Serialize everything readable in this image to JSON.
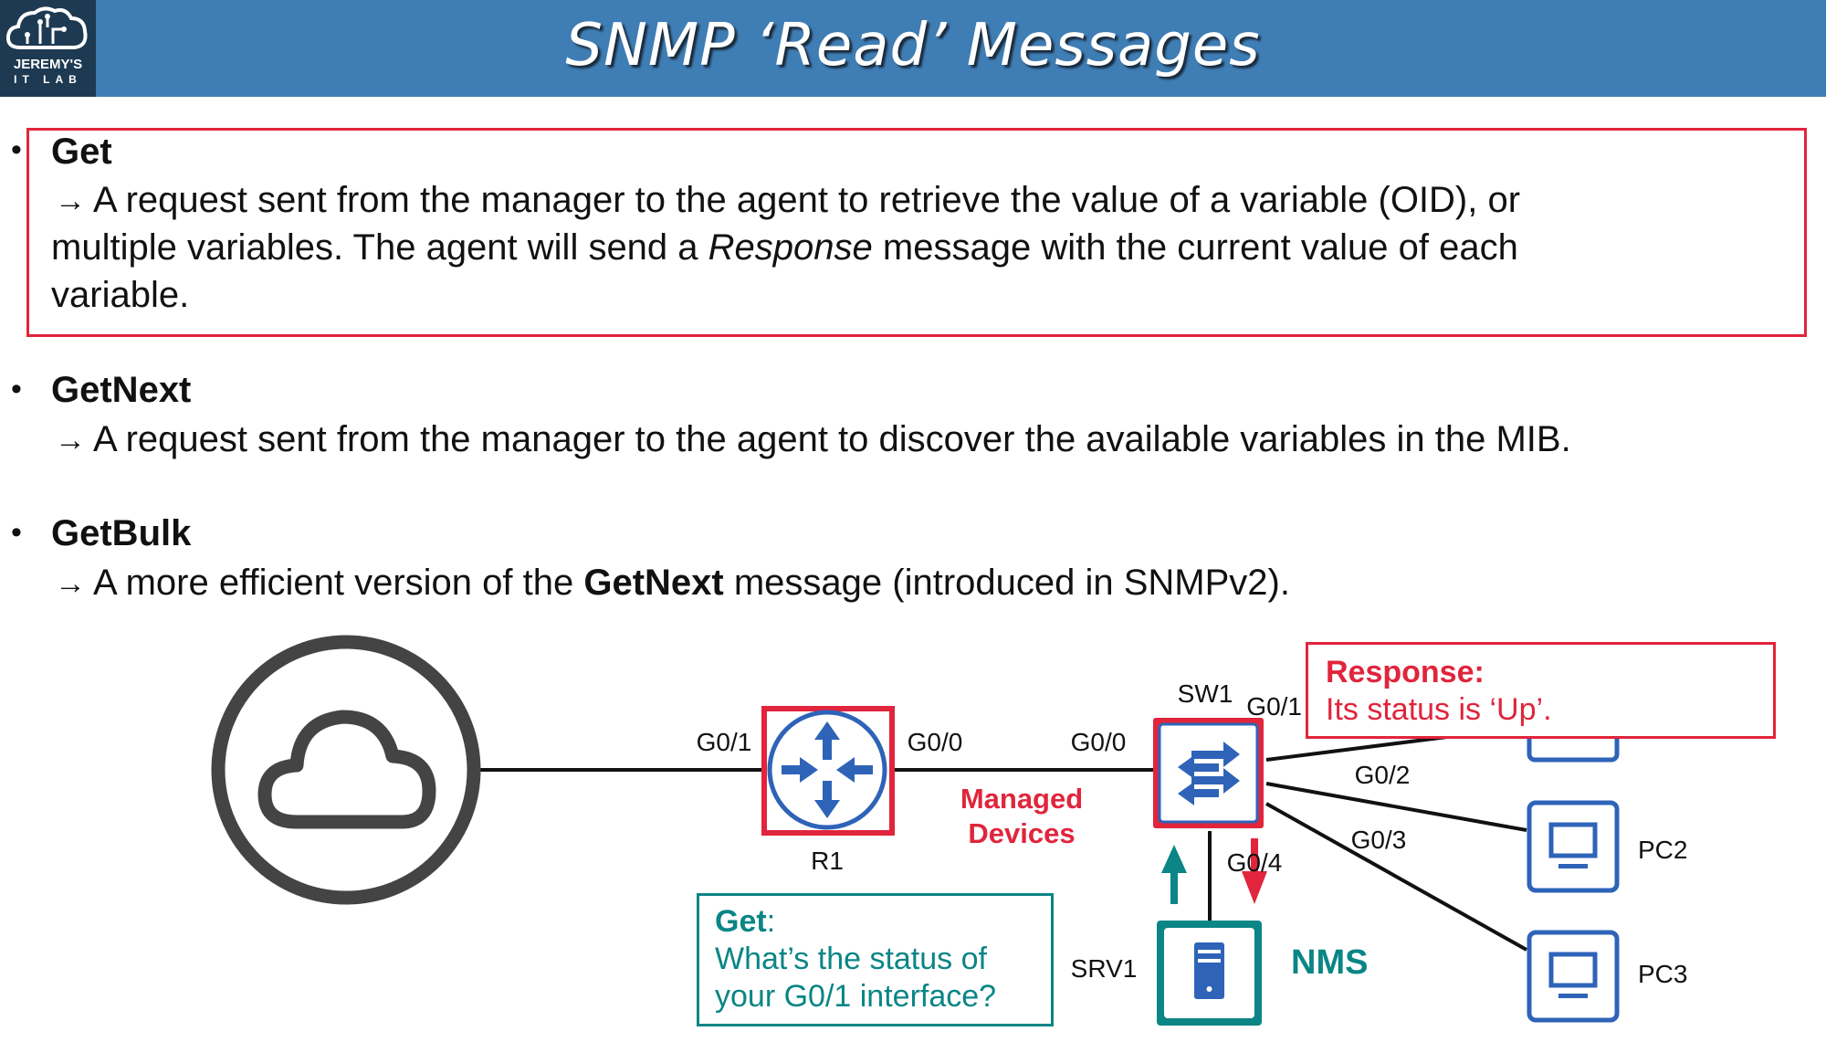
{
  "header": {
    "title": "SNMP ‘Read’ Messages",
    "logo_line1": "JEREMY'S",
    "logo_line2": "IT LAB"
  },
  "items": [
    {
      "heading": "Get",
      "arrow": "→",
      "lines": [
        "A request sent from the manager to the agent to retrieve the value of a variable (OID), or",
        "multiple variables.  The agent will send a ",
        "variable."
      ],
      "line2_italic": "Response",
      "line2_tail": " message with the current value of each"
    },
    {
      "heading": "GetNext",
      "arrow": "→",
      "lines": [
        "A request sent from the manager to the agent to discover the available variables in the MIB."
      ]
    },
    {
      "heading": "GetBulk",
      "arrow": "→",
      "line_pre": "A more efficient version of the ",
      "line_bold": "GetNext",
      "line_post": " message (introduced in SNMPv2)."
    }
  ],
  "diagram": {
    "r1_label": "R1",
    "sw1_label": "SW1",
    "srv1_label": "SRV1",
    "nms_label": "NMS",
    "pc2_label": "PC2",
    "pc3_label": "PC3",
    "r1_g01": "G0/1",
    "r1_g00": "G0/0",
    "sw1_g00": "G0/0",
    "sw1_g01": "G0/1",
    "sw1_g02": "G0/2",
    "sw1_g03": "G0/3",
    "sw1_g04": "G0/4",
    "managed_line1": "Managed",
    "managed_line2": "Devices",
    "get_box": {
      "title": "Get",
      "colon": ":",
      "line1": "What’s the status of",
      "line2": "your G0/1 interface?"
    },
    "response_box": {
      "title": "Response:",
      "line1": "Its status is ‘Up’."
    }
  },
  "colors": {
    "header": "#3f7db5",
    "red": "#e0253c",
    "teal": "#0b8585",
    "blue": "#2e63b8"
  }
}
